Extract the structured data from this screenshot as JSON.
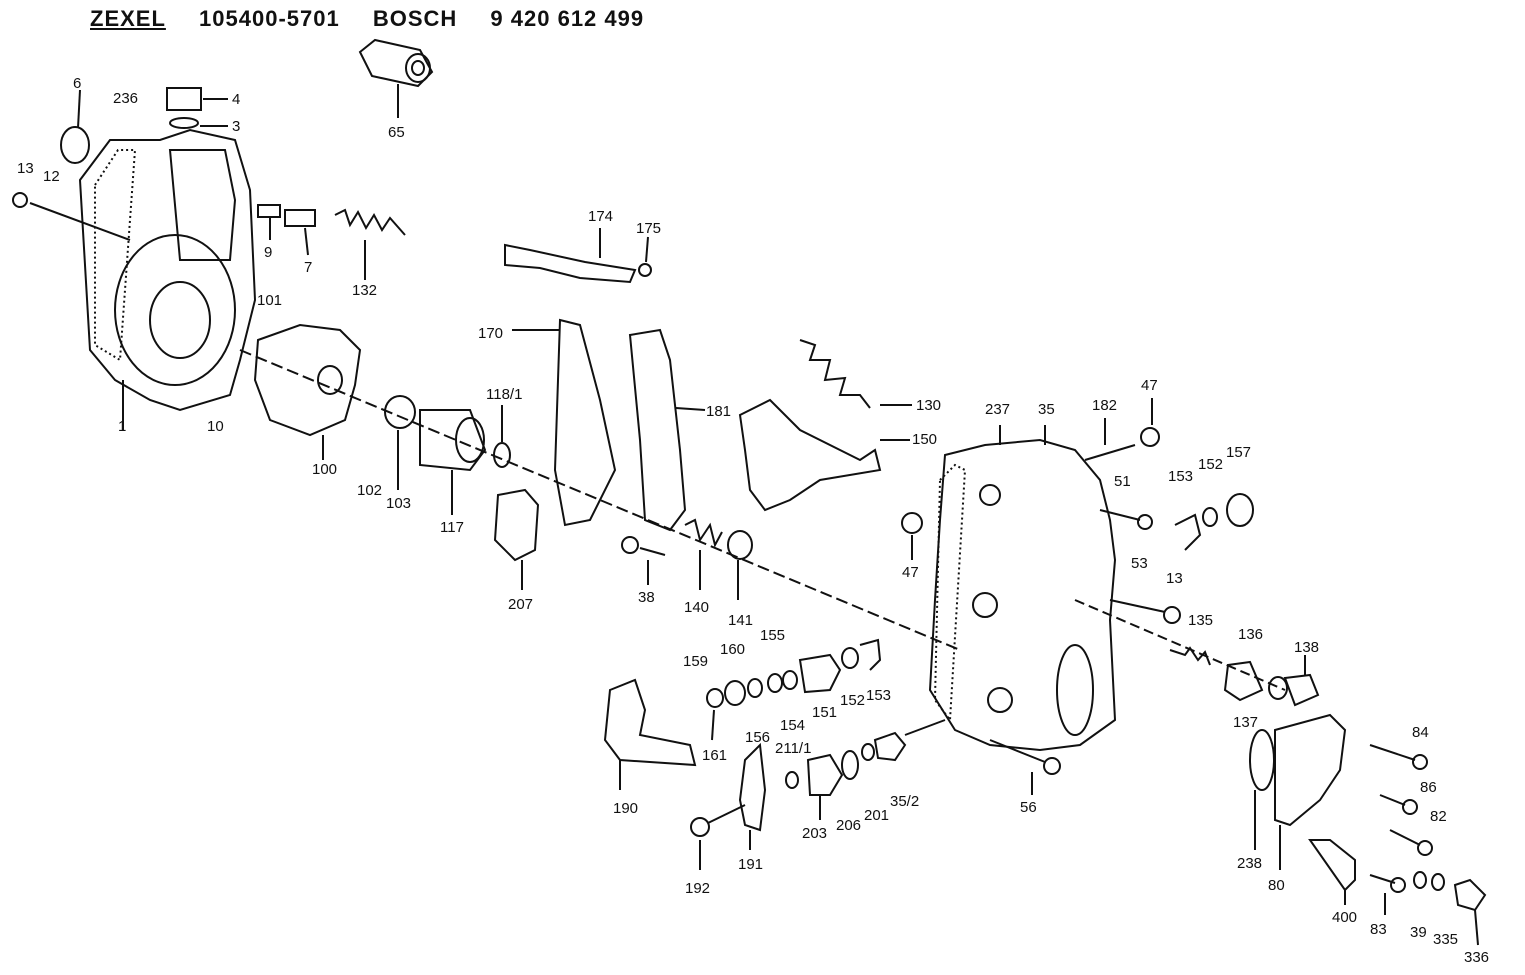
{
  "header": {
    "brand1": "ZEXEL",
    "part1": "105400-5701",
    "brand2": "BOSCH",
    "part2": "9 420 612 499"
  },
  "callouts": [
    "65",
    "6",
    "236",
    "4",
    "3",
    "13",
    "12",
    "9",
    "7",
    "132",
    "101",
    "10",
    "1",
    "100",
    "102",
    "103",
    "117",
    "118/1",
    "174",
    "175",
    "170",
    "181",
    "207",
    "38",
    "140",
    "141",
    "130",
    "150",
    "237",
    "35",
    "182",
    "47",
    "47",
    "51",
    "153",
    "152",
    "157",
    "53",
    "13",
    "135",
    "136",
    "138",
    "137",
    "160",
    "159",
    "155",
    "151",
    "152",
    "153",
    "154",
    "156",
    "161",
    "190",
    "211/1",
    "191",
    "192",
    "203",
    "206",
    "201",
    "35/2",
    "56",
    "84",
    "86",
    "82",
    "238",
    "80",
    "400",
    "83",
    "39",
    "335",
    "336"
  ]
}
